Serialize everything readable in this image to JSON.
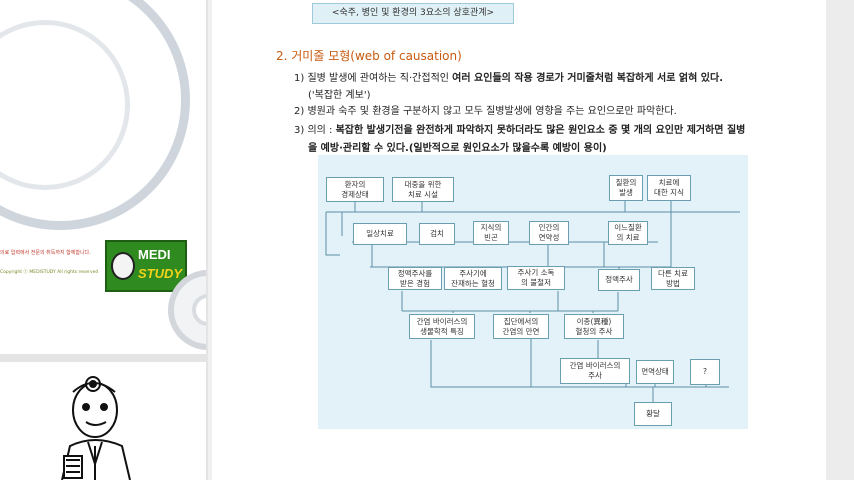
{
  "sidebar": {
    "tagline": "의료 입력에서 전문의 취득까지 함께합니다.",
    "copyright": "Copyright ⓒ MEDISTUDY All rights reserved",
    "logo": {
      "line1": "MEDI",
      "line2": "STUDY"
    }
  },
  "slide": {
    "top_box": "<숙주, 병인 및 환경의 3요소의 상호관계>",
    "heading": "2. 거미줄 모형(web of causation)",
    "items": [
      {
        "num": "1)",
        "pre": "질병 발생에 관여하는 직·간접적인 ",
        "bold": "여러 요인들의 작용 경로가 거미줄처럼 복잡하게 서로 얽혀 있다.",
        "post": ""
      },
      {
        "num": "",
        "pre": "('복잡한 계보')",
        "bold": "",
        "post": ""
      },
      {
        "num": "2)",
        "pre": "병원과 숙주 및 환경을 구분하지 않고 모두 질병발생에 영향을 주는 요인으로만 파악한다.",
        "bold": "",
        "post": ""
      },
      {
        "num": "3)",
        "pre": "의의 : ",
        "bold": "복잡한 발생기전을 완전하게 파악하지 못하더라도 많은 원인요소 중 몇 개의 요인만 제거하면 질병",
        "post": ""
      },
      {
        "num": "",
        "pre": "",
        "bold": "을 예방·관리할 수 있다.(일반적으로 원인요소가 많을수록 예방이 용이)",
        "post": ""
      }
    ],
    "diagram": {
      "nodes": [
        "환자의\n경제상태",
        "대중을 위한\n치료 시설",
        "질환의\n발생",
        "치료에\n대한 지식",
        "일상치료",
        "검치",
        "지식의\n빈곤",
        "인간의\n연약성",
        "이느질환\n의 치료",
        "정맥주사를\n받은 경험",
        "주사기에\n잔재하는 혈청",
        "주사기 소독\n의 불철저",
        "정맥주사",
        "다른 치료\n방법",
        "간염 바이러스의\n생물학적 특징",
        "집단에서의\n간염의 만연",
        "이종(異種)\n혈청의 주사",
        "간염 바이러스의\n주사",
        "면역상태",
        "?",
        "황달"
      ]
    }
  }
}
